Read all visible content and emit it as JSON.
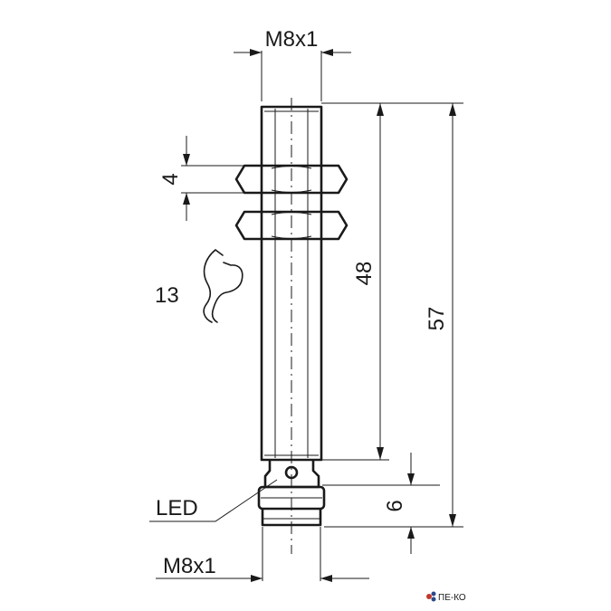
{
  "diagram": {
    "dimensions": {
      "thread_top": "M8x1",
      "thread_bottom": "M8x1",
      "nut_height": "4",
      "housing_length": "48",
      "total_length": "57",
      "connector_length": "6",
      "wrench_size": "13"
    },
    "labels": {
      "led": "LED"
    },
    "watermark": {
      "text": "ПЕ-КО"
    },
    "colors": {
      "line": "#1a1a1a",
      "watermark": "#2b4a8a"
    }
  }
}
